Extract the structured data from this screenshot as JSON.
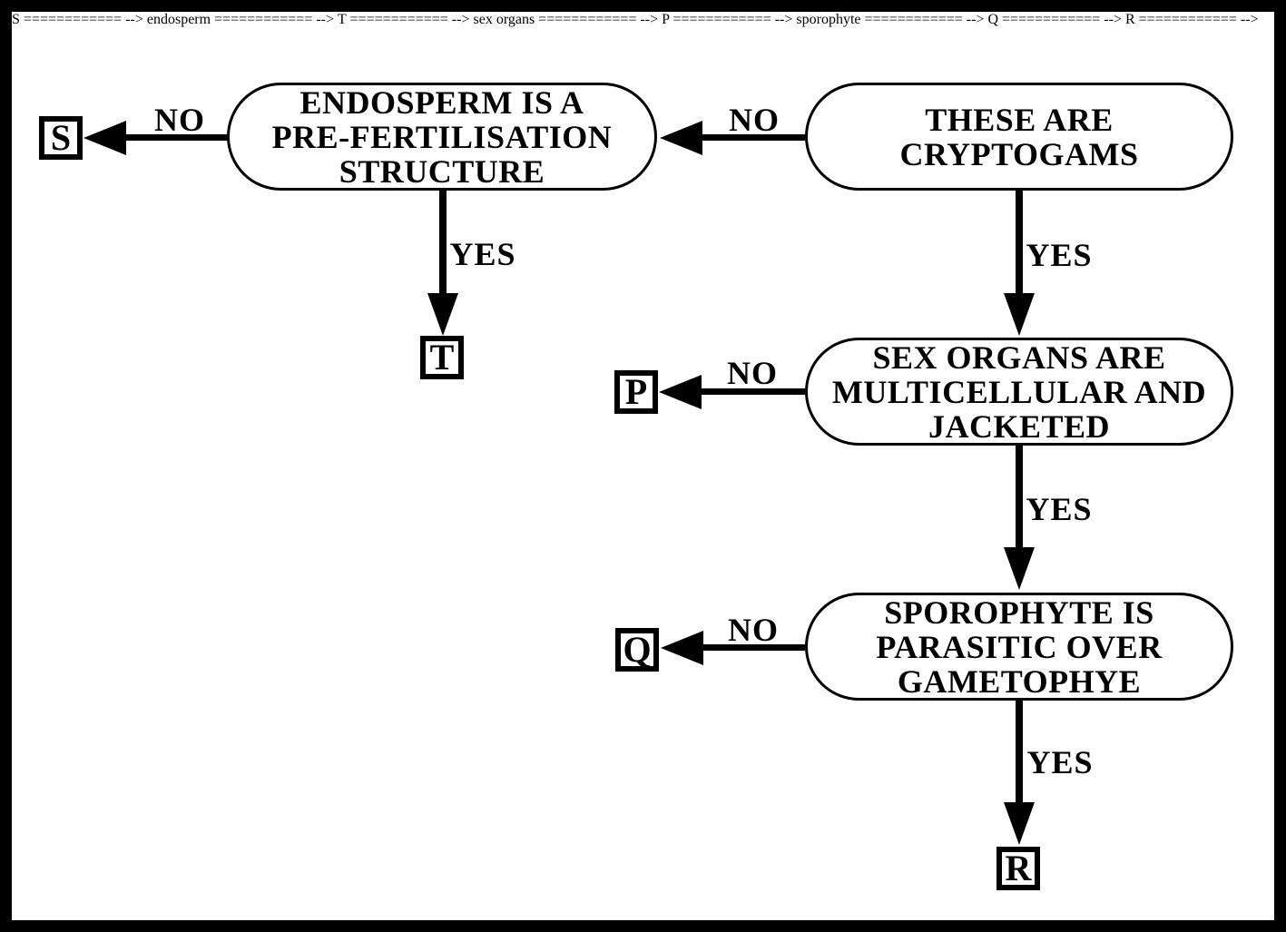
{
  "colors": {
    "ink": "#000000",
    "paper": "#ffffff"
  },
  "nodes": {
    "endosperm": {
      "label": "ENDOSPERM IS A\nPRE-FERTILISATION\nSTRUCTURE"
    },
    "cryptogams": {
      "label": "THESE ARE\nCRYPTOGAMS"
    },
    "sex_organs": {
      "label": "SEX ORGANS ARE\nMULTICELLULAR AND\nJACKETED"
    },
    "sporophyte": {
      "label": "SPOROPHYTE IS\nPARASITIC OVER\nGAMETOPHYE"
    }
  },
  "terminals": {
    "s": {
      "label": "S"
    },
    "t": {
      "label": "T"
    },
    "p": {
      "label": "P"
    },
    "q": {
      "label": "Q"
    },
    "r": {
      "label": "R"
    }
  },
  "edges": {
    "endosperm_no": {
      "label": "NO"
    },
    "endosperm_yes": {
      "label": "YES"
    },
    "cryptogams_no": {
      "label": "NO"
    },
    "cryptogams_yes": {
      "label": "YES"
    },
    "sex_organs_no": {
      "label": "NO"
    },
    "sex_organs_yes": {
      "label": "YES"
    },
    "sporophyte_no": {
      "label": "NO"
    },
    "sporophyte_yes": {
      "label": "YES"
    }
  }
}
